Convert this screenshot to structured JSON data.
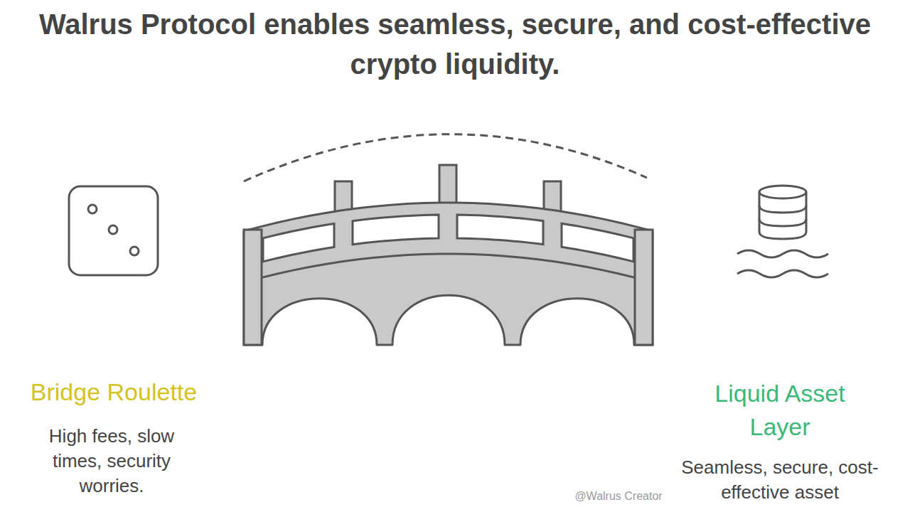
{
  "diagram": {
    "title": "Walrus Protocol enables seamless, secure, and cost-effective crypto liquidity.",
    "labels": [
      "Bridge Roulette",
      "High fees, slow times, security worries.",
      "Liquid Asset Layer",
      "Seamless, secure, cost-effective asset",
      "@Walrus Creator"
    ]
  }
}
